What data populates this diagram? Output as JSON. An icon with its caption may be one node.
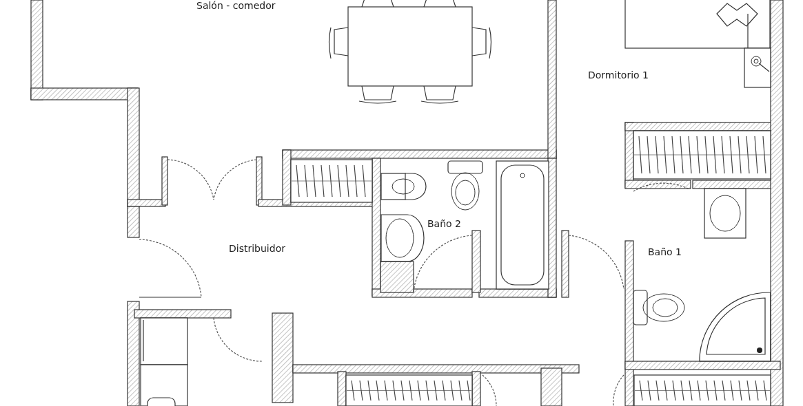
{
  "diagram": {
    "labels": [
      "Salón - comedor",
      "Dormitorio 1",
      "Baño 2",
      "Distribuidor",
      "Baño 1"
    ]
  }
}
